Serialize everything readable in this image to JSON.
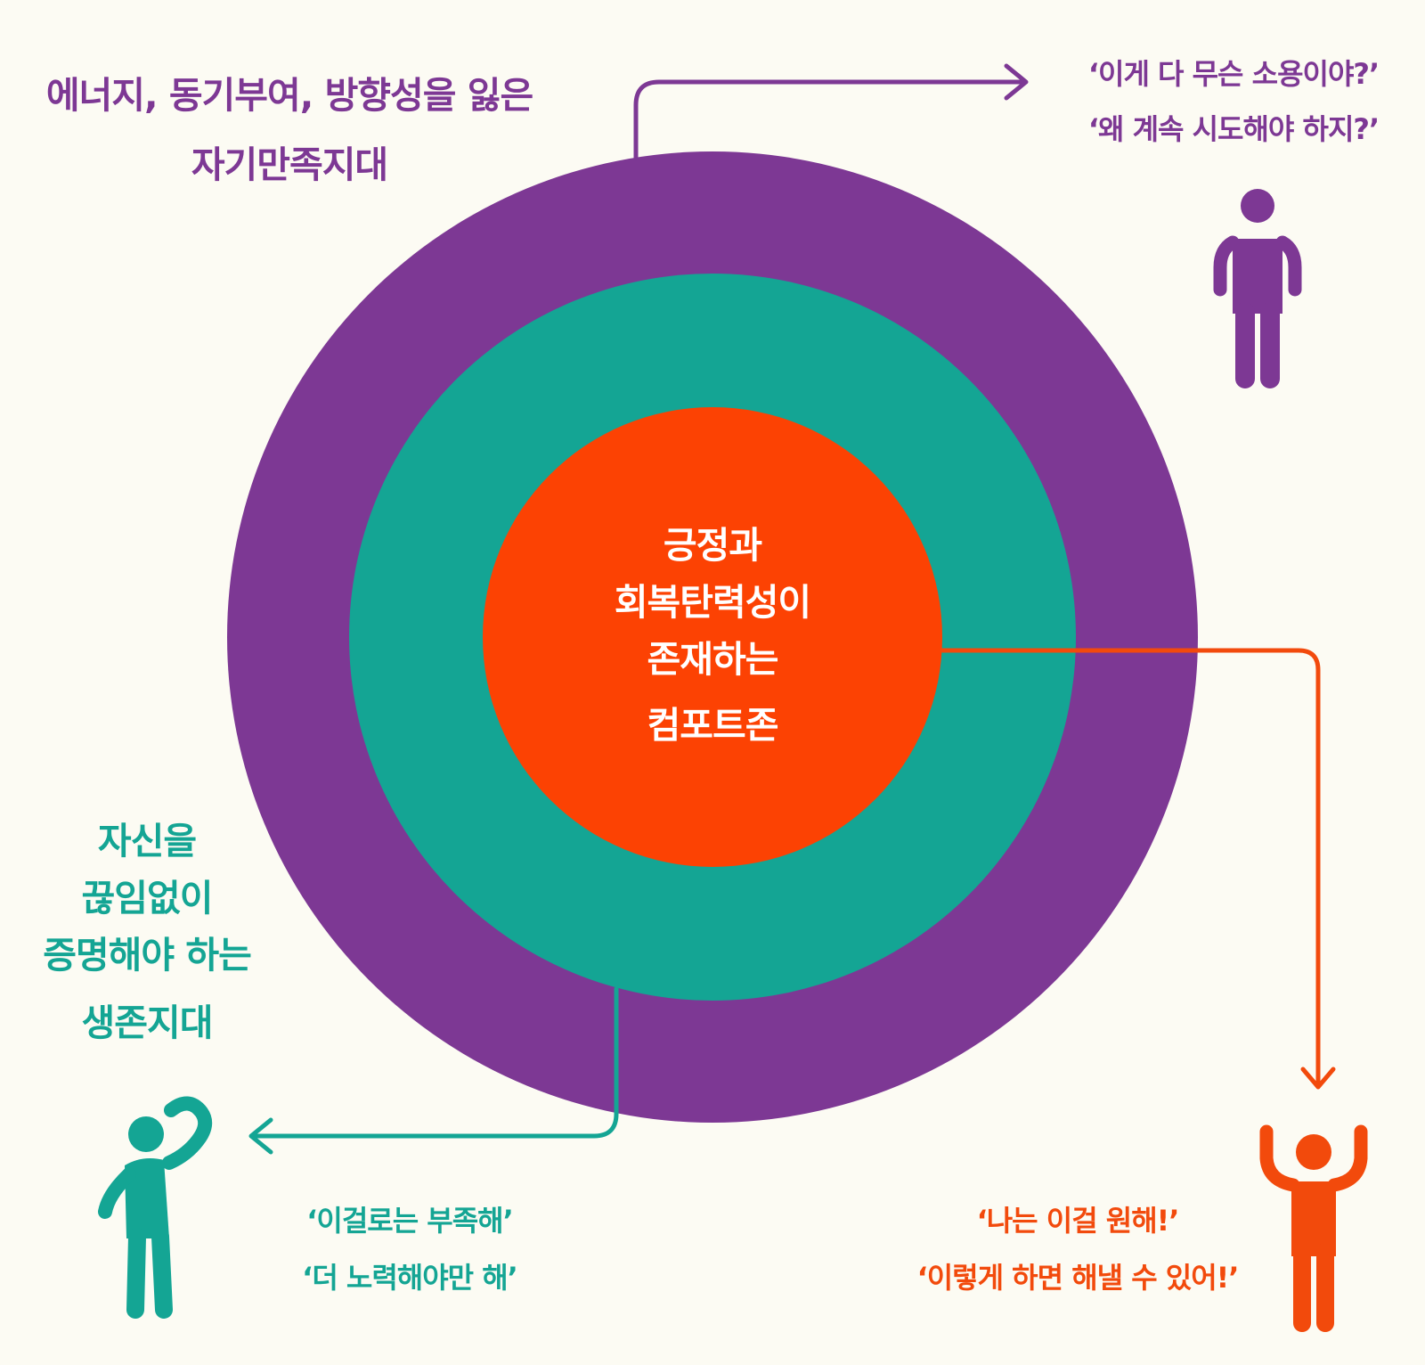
{
  "colors": {
    "background": "#fcfbf3",
    "outer_ring": "#7d3894",
    "middle_ring": "#14a594",
    "inner_circle": "#fc4203"
  },
  "center": {
    "line1": "긍정과",
    "line2": "회복탄력성이",
    "line3": "존재하는",
    "line4": "컴포트존"
  },
  "outer_zone": {
    "line1": "에너지, 동기부여,  방향성을 잃은",
    "line2": "자기만족지대",
    "quote1": "‘이게 다 무슨 소용이야?’",
    "quote2": "‘왜 계속 시도해야 하지?’",
    "icon": "standing-person-icon"
  },
  "middle_zone": {
    "line1": "자신을",
    "line2": "끊임없이",
    "line3": "증명해야 하는",
    "line4": "생존지대",
    "quote1": "‘이걸로는 부족해’",
    "quote2": "‘더 노력해야만 해’",
    "icon": "worried-person-icon"
  },
  "inner_zone": {
    "quote1": "‘나는 이걸 원해!’",
    "quote2": "‘이렇게 하면 해낼 수 있어!’",
    "icon": "cheering-person-icon"
  }
}
